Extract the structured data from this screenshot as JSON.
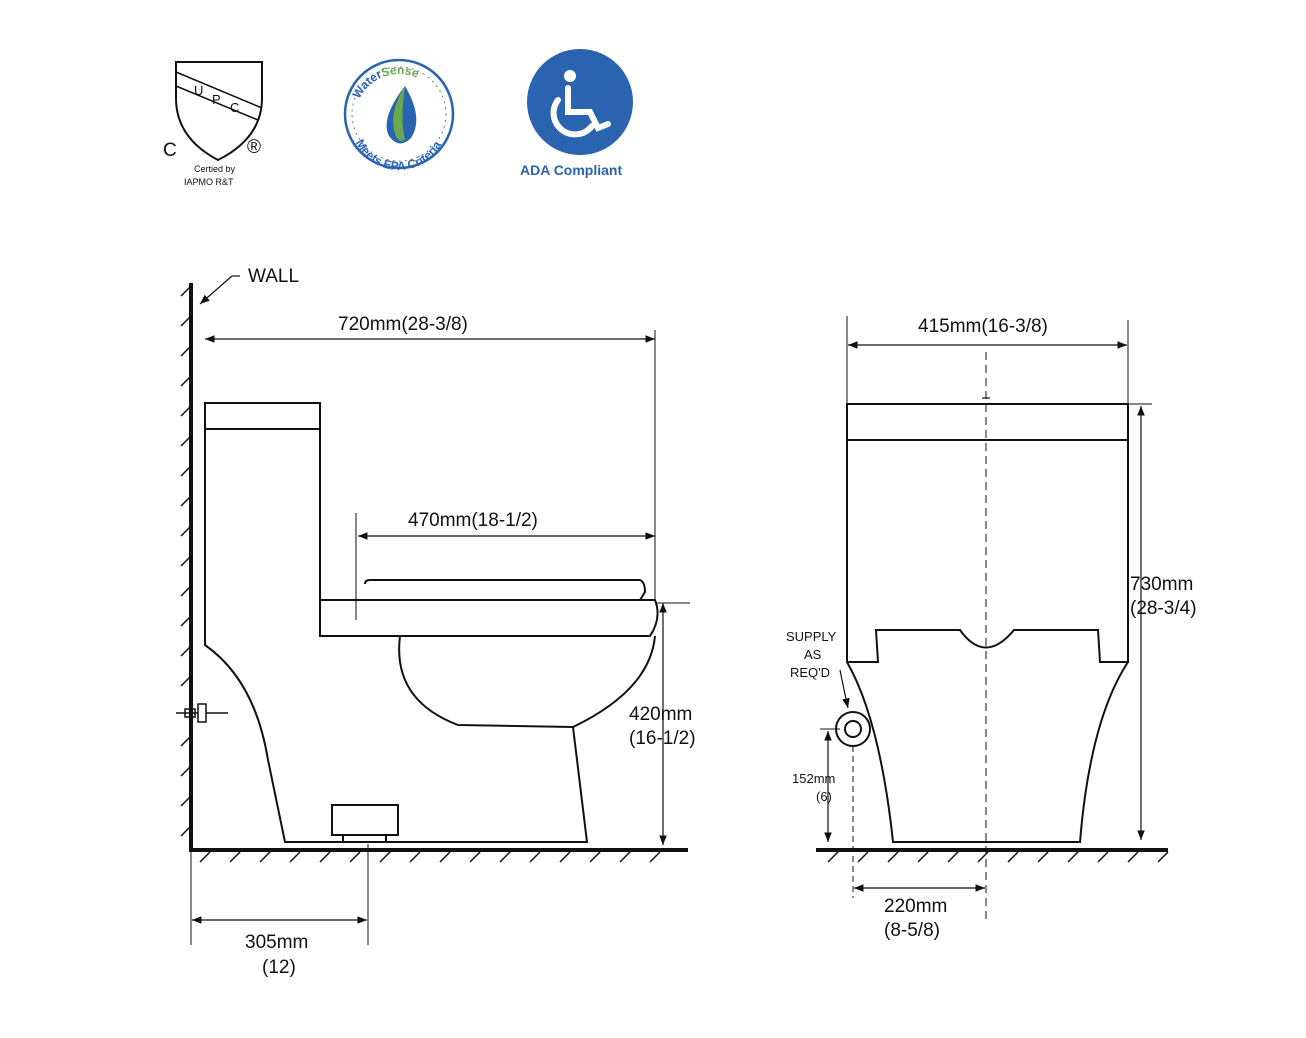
{
  "logos": {
    "upc": {
      "letters": [
        "U",
        "P",
        "C"
      ],
      "c_mark": "C",
      "registered": "®",
      "certified_line1": "Certied by",
      "certified_line2": "IAPMO  R&T"
    },
    "watersense": {
      "word_water": "Water",
      "word_sense": "Sense",
      "bottom_text": "Meets EPA Criteria",
      "accent": "#2a63b0",
      "leaf": "#6aa84f"
    },
    "ada": {
      "label": "ADA Compliant",
      "accent": "#2a63b0"
    }
  },
  "side_view": {
    "wall_label": "WALL",
    "overall_depth": "720mm(28-3/8)",
    "bowl_depth": "470mm(18-1/2)",
    "seat_height_line1": "420mm",
    "seat_height_line2": "(16-1/2)",
    "rough_in_line1": "305mm",
    "rough_in_line2": "(12)"
  },
  "front_view": {
    "width": "415mm(16-3/8)",
    "height_line1": "730mm",
    "height_line2": "(28-3/4)",
    "supply_line1": "SUPPLY",
    "supply_line2": "AS",
    "supply_line3": "REQ'D",
    "supply_height_line1": "152mm",
    "supply_height_line2": "(6)",
    "supply_offset_line1": "220mm",
    "supply_offset_line2": "(8-5/8)"
  }
}
